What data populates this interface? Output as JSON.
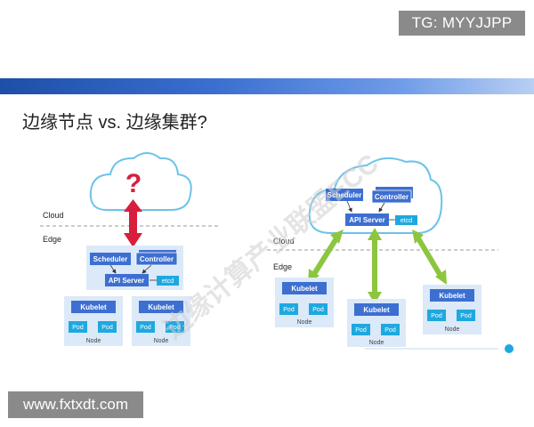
{
  "top_label": "TG: MYYJJPP",
  "title": "边缘节点 vs. 边缘集群?",
  "watermark": "边缘计算产业联盟ECC",
  "bottom_label": "www.fxtxdt.com",
  "left": {
    "question": "?",
    "cloud_label": "Cloud",
    "edge_label": "Edge",
    "scheduler": "Scheduler",
    "controller": "Controller",
    "api_server": "API Server",
    "etcd": "etcd",
    "nodes": [
      {
        "kubelet": "Kubelet",
        "pod1": "Pod",
        "pod2": "Pod",
        "node": "Node"
      },
      {
        "kubelet": "Kubelet",
        "pod1": "Pod",
        "pod2": "Pod",
        "node": "Node"
      }
    ]
  },
  "right": {
    "scheduler": "Scheduler",
    "controller": "Controller",
    "api_server": "API Server",
    "etcd": "etcd",
    "cloud_label": "Cloud",
    "edge_label": "Edge",
    "nodes": [
      {
        "kubelet": "Kubelet",
        "pod1": "Pod",
        "pod2": "Pod",
        "node": "Node"
      },
      {
        "kubelet": "Kubelet",
        "pod1": "Pod",
        "pod2": "Pod",
        "node": "Node"
      },
      {
        "kubelet": "Kubelet",
        "pod1": "Pod",
        "pod2": "Pod",
        "node": "Node"
      }
    ]
  },
  "colors": {
    "component_blue": "#3d6fd1",
    "etcd_cyan": "#1fa8e0",
    "panel_bg": "#dbe9f8",
    "red_arrow": "#d81e3c",
    "green_arrow": "#8cc63f"
  }
}
